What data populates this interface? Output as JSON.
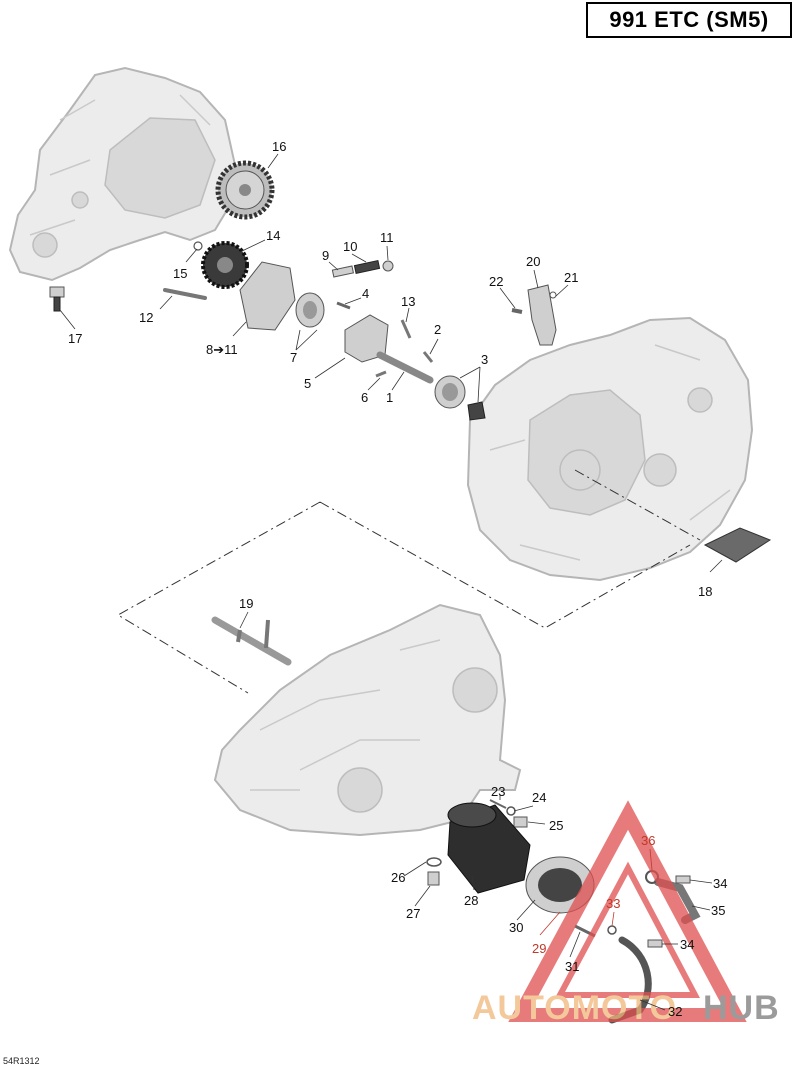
{
  "header": {
    "model_title": "991 ETC (SM5)"
  },
  "footer": {
    "reference_code": "54R1312"
  },
  "watermark": {
    "left_text": "AUTOMOTO",
    "right_text": "HUB",
    "left_color": "#f0b87a",
    "right_color": "#7a7a7a",
    "triangle_color": "#e05050"
  },
  "callouts": [
    {
      "id": "c1",
      "text": "1"
    },
    {
      "id": "c2",
      "text": "2"
    },
    {
      "id": "c3",
      "text": "3"
    },
    {
      "id": "c4",
      "text": "4"
    },
    {
      "id": "c5",
      "text": "5"
    },
    {
      "id": "c6",
      "text": "6"
    },
    {
      "id": "c7",
      "text": "7"
    },
    {
      "id": "c8",
      "text": "8➔11"
    },
    {
      "id": "c9",
      "text": "9"
    },
    {
      "id": "c10",
      "text": "10"
    },
    {
      "id": "c11",
      "text": "11"
    },
    {
      "id": "c12",
      "text": "12"
    },
    {
      "id": "c13",
      "text": "13"
    },
    {
      "id": "c14",
      "text": "14"
    },
    {
      "id": "c15",
      "text": "15"
    },
    {
      "id": "c16",
      "text": "16"
    },
    {
      "id": "c17",
      "text": "17"
    },
    {
      "id": "c18",
      "text": "18"
    },
    {
      "id": "c19",
      "text": "19"
    },
    {
      "id": "c20",
      "text": "20"
    },
    {
      "id": "c21",
      "text": "21"
    },
    {
      "id": "c22",
      "text": "22"
    },
    {
      "id": "c23",
      "text": "23"
    },
    {
      "id": "c24",
      "text": "24"
    },
    {
      "id": "c25",
      "text": "25"
    },
    {
      "id": "c26",
      "text": "26"
    },
    {
      "id": "c27",
      "text": "27"
    },
    {
      "id": "c28",
      "text": "28"
    },
    {
      "id": "c29",
      "text": "29"
    },
    {
      "id": "c30",
      "text": "30"
    },
    {
      "id": "c31",
      "text": "31"
    },
    {
      "id": "c32",
      "text": "32"
    },
    {
      "id": "c33",
      "text": "33"
    },
    {
      "id": "c34a",
      "text": "34"
    },
    {
      "id": "c34b",
      "text": "34"
    },
    {
      "id": "c35",
      "text": "35"
    },
    {
      "id": "c36",
      "text": "36"
    }
  ]
}
